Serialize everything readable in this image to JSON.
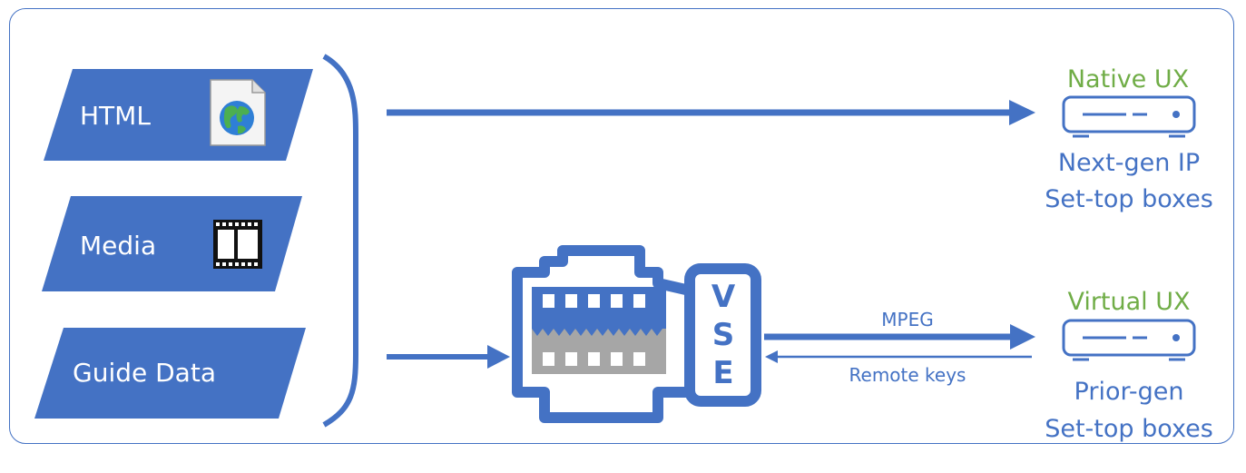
{
  "sources": [
    {
      "label": "HTML",
      "icon": "globe-document-icon"
    },
    {
      "label": "Media",
      "icon": "film-strip-icon"
    },
    {
      "label": "Guide Data",
      "icon": ""
    }
  ],
  "vse": {
    "label": "VSE"
  },
  "links": {
    "mpeg": "MPEG",
    "remote_keys": "Remote keys"
  },
  "native": {
    "title": "Native UX",
    "line1": "Next-gen IP",
    "line2": "Set-top boxes"
  },
  "virtual": {
    "title": "Virtual UX",
    "line1": "Prior-gen",
    "line2": "Set-top boxes"
  },
  "colors": {
    "accent": "#4472c4",
    "green": "#70ad47",
    "gray": "#a6a6a6"
  }
}
